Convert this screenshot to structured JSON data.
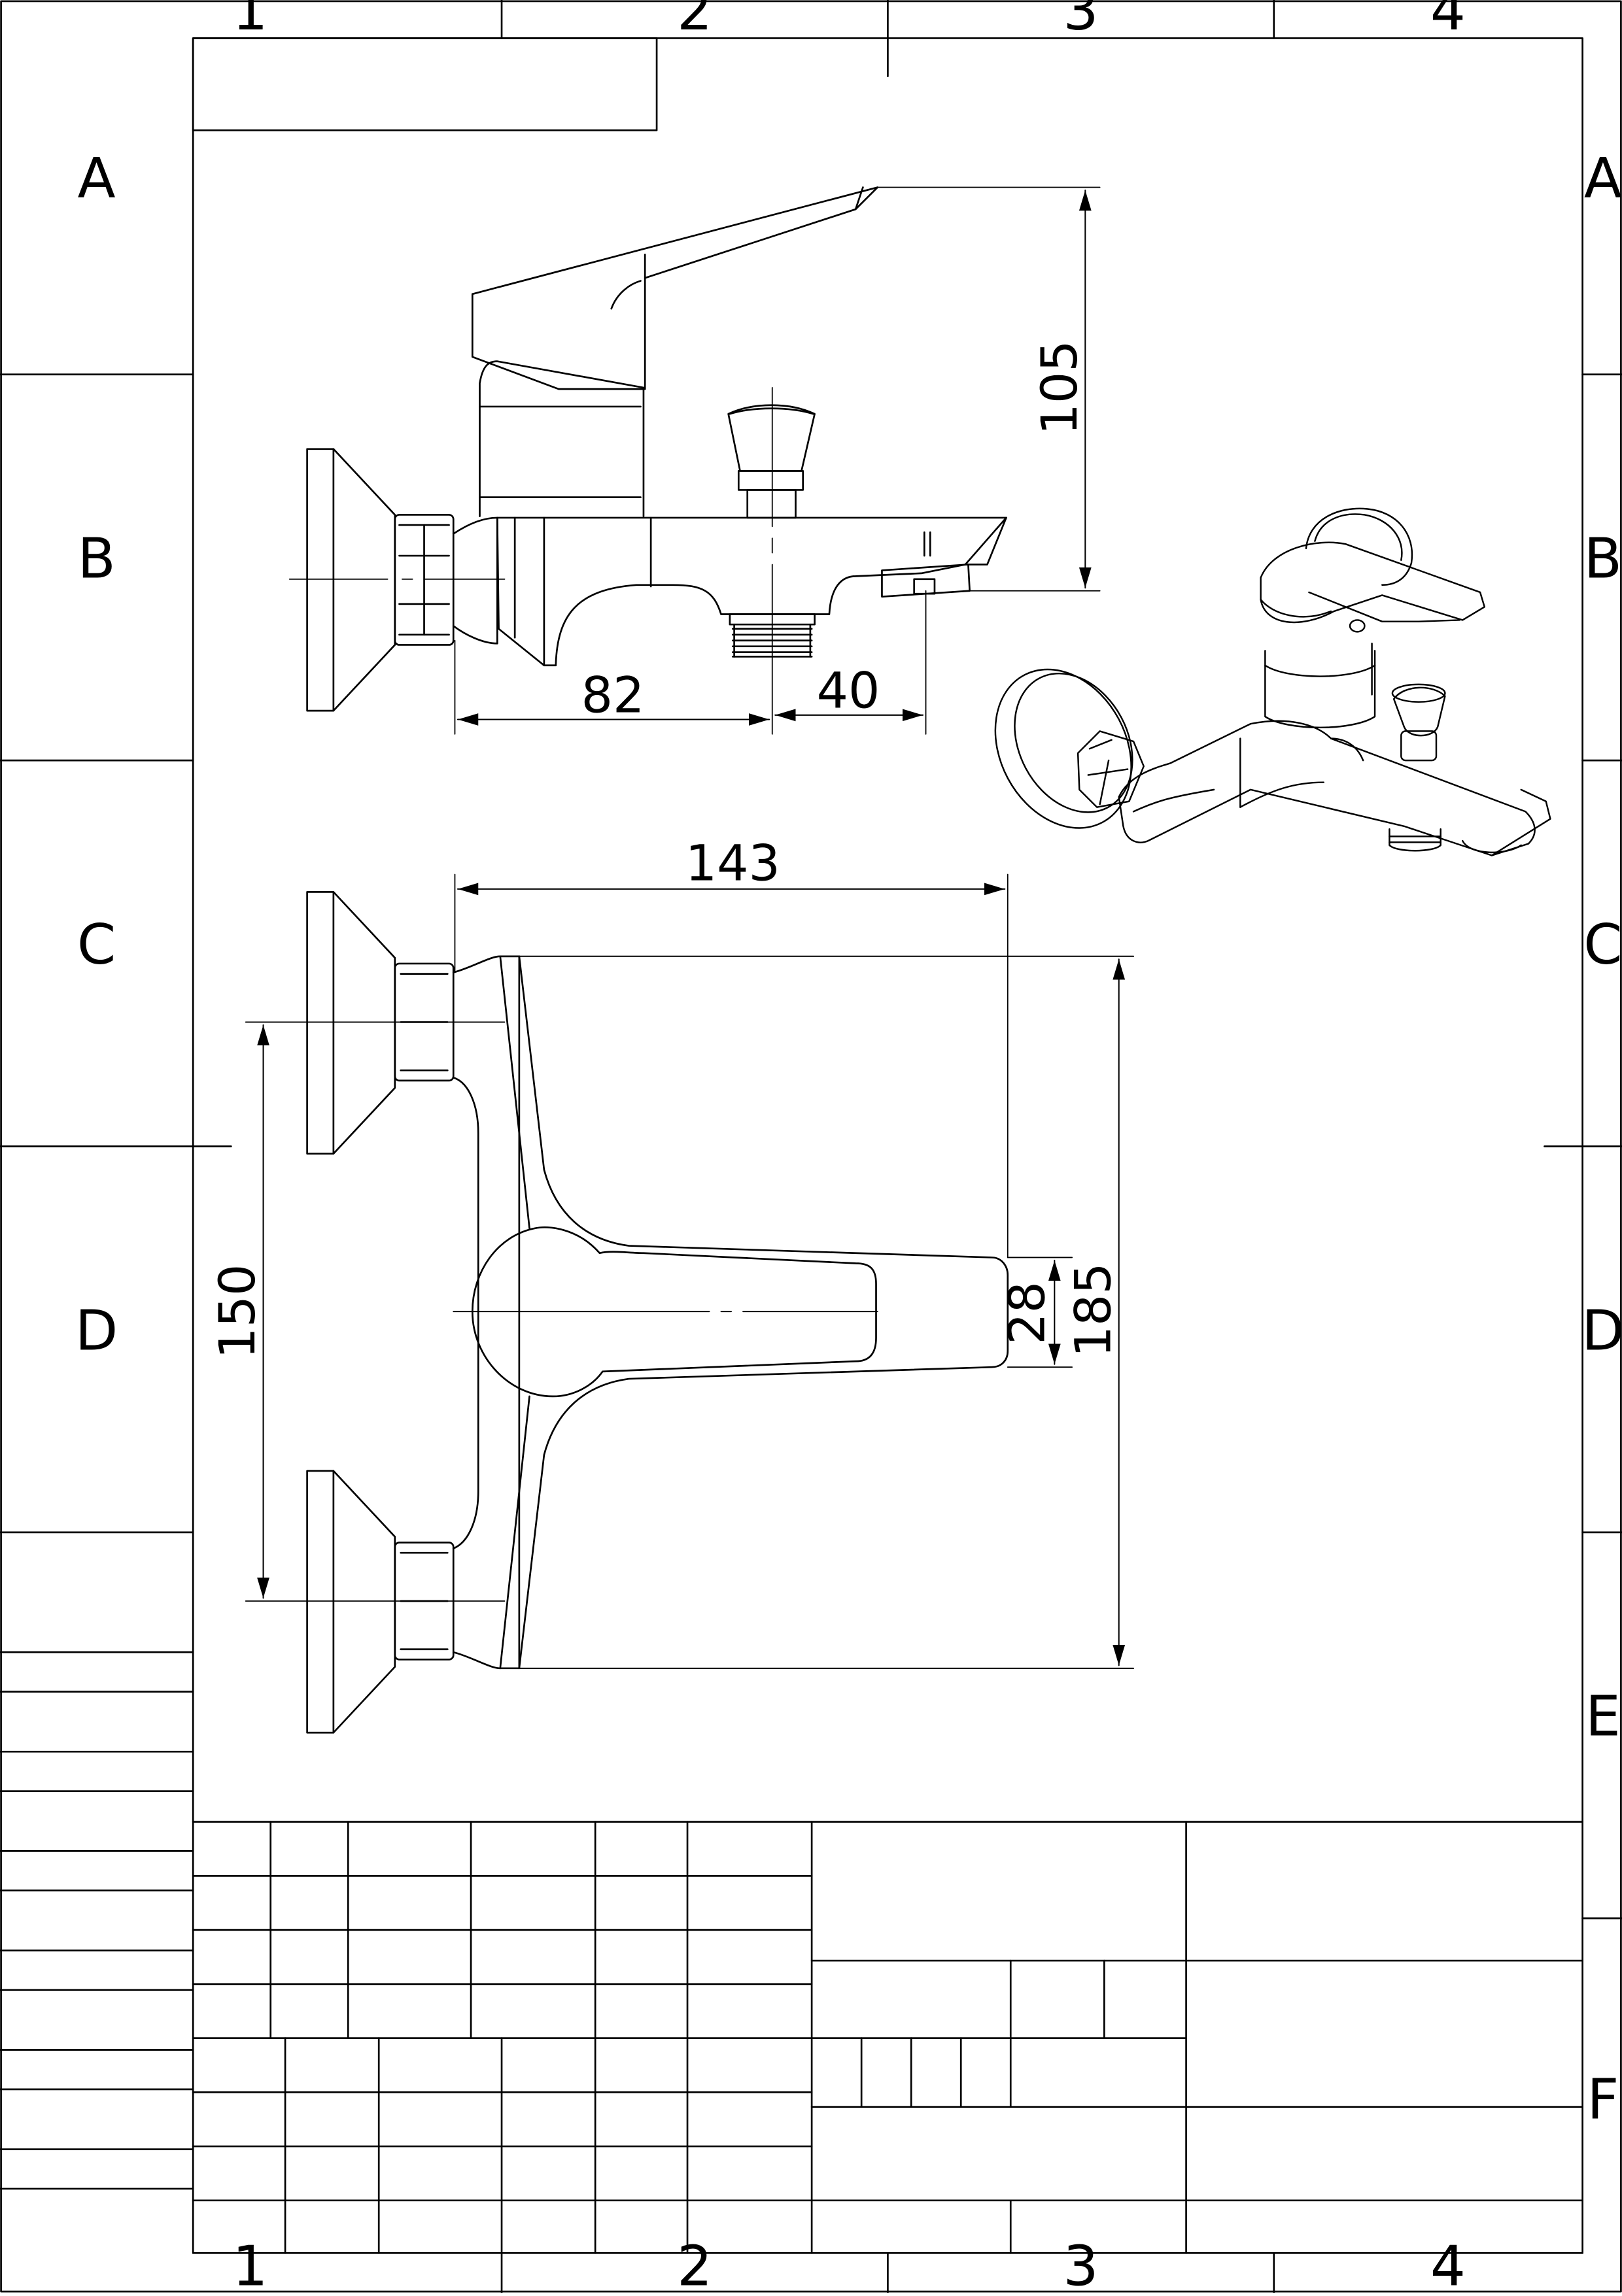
{
  "sheet": {
    "zones_top": [
      "1",
      "2",
      "3",
      "4"
    ],
    "zones_bottom": [
      "1",
      "2",
      "3",
      "4"
    ],
    "zones_left": [
      "A",
      "B",
      "C",
      "D"
    ],
    "zones_right": [
      "A",
      "B",
      "C",
      "D",
      "E",
      "F"
    ]
  },
  "dimensions": {
    "side_height": "105",
    "side_offset": "82",
    "side_spout": "40",
    "top_length": "143",
    "top_handle_width": "28",
    "top_depth": "185",
    "top_centers": "150"
  }
}
